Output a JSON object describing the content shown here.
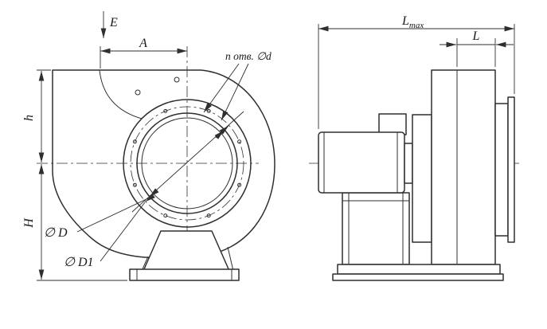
{
  "front_view": {
    "labels": {
      "flow": "E",
      "outlet_width": "A",
      "holes_note": "n отв. ∅d",
      "axis_height": "h",
      "overall_height": "H",
      "diameter_d": "∅ D",
      "diameter_d1": "∅ D1"
    }
  },
  "side_view": {
    "labels": {
      "length_max": "L",
      "length_max_sub": "max",
      "casing_width": "L"
    }
  }
}
